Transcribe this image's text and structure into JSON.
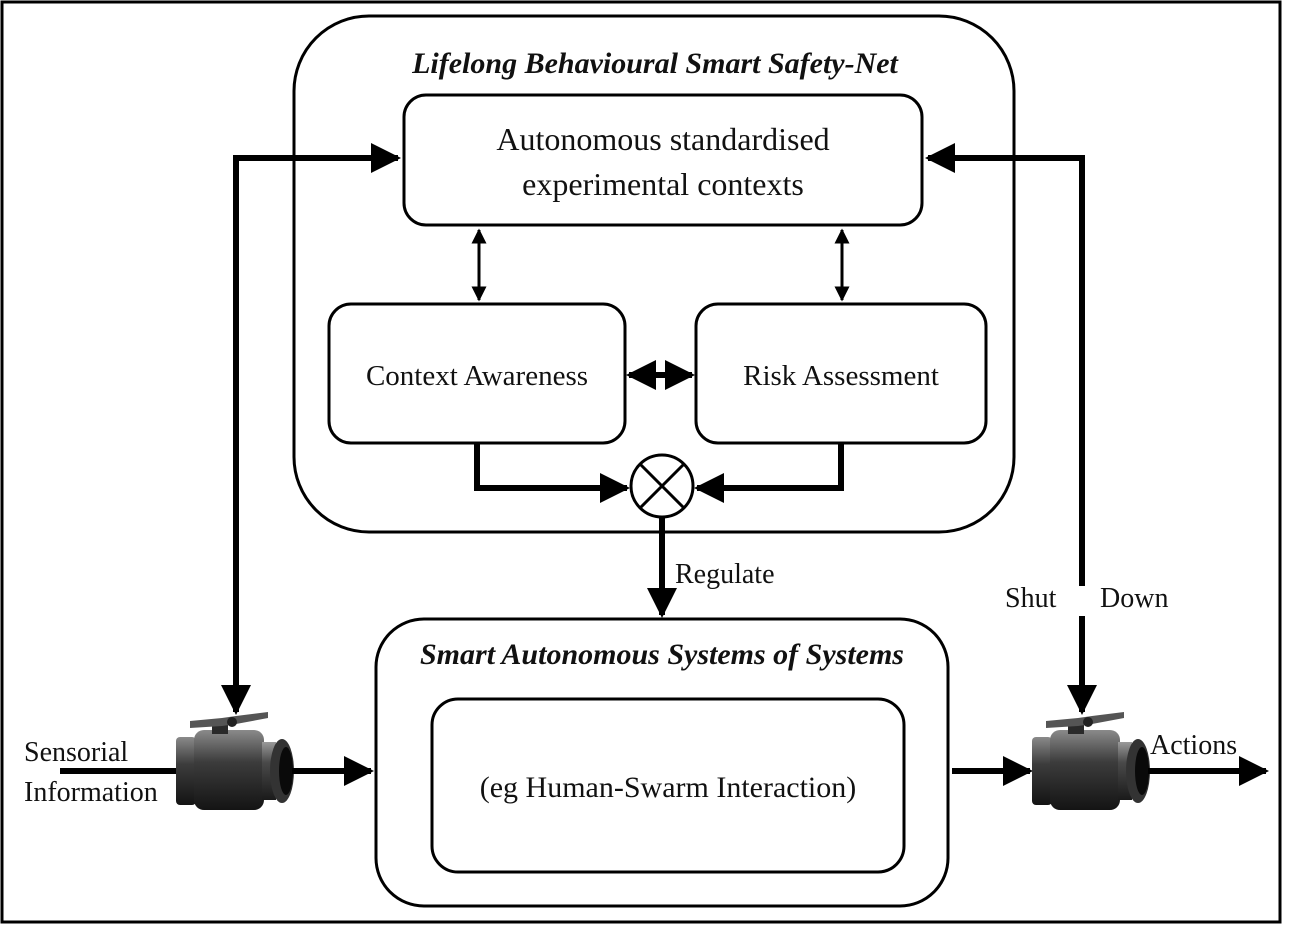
{
  "outer_group": {
    "title": "Lifelong Behavioural Smart Safety-Net"
  },
  "top_box": {
    "line1": "Autonomous standardised",
    "line2": "experimental contexts"
  },
  "context_box": {
    "label": "Context Awareness"
  },
  "risk_box": {
    "label": "Risk Assessment"
  },
  "regulate_label": "Regulate",
  "shutdown_label": {
    "left": "Shut",
    "right": "Down"
  },
  "sas_group": {
    "title": "Smart Autonomous Systems of Systems"
  },
  "inner_box": {
    "label": "(eg Human-Swarm Interaction)"
  },
  "input_label": {
    "line1": "Sensorial",
    "line2": "Information"
  },
  "output_label": "Actions",
  "icons": {
    "valve": "valve-icon",
    "multiplier": "multiply-circle-icon"
  },
  "colors": {
    "ink": "#000000",
    "background": "#ffffff"
  }
}
